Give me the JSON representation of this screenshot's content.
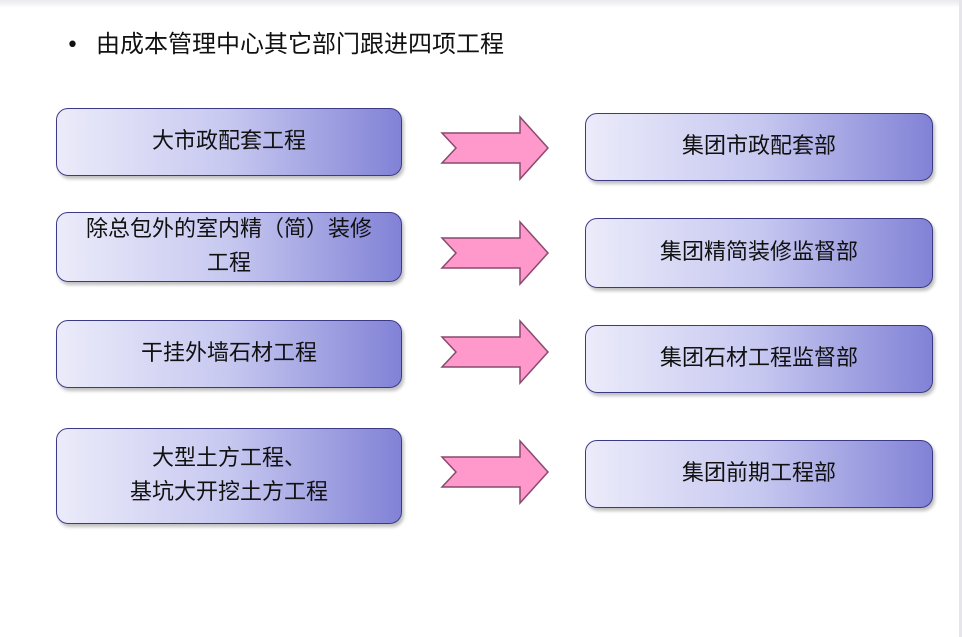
{
  "heading": {
    "bullet": "•",
    "text": "由成本管理中心其它部门跟进四项工程"
  },
  "rows": [
    {
      "left": [
        "大市政配套工程"
      ],
      "right": "集团市政配套部"
    },
    {
      "left": [
        "除总包外的室内精（简）装修",
        "工程"
      ],
      "right": "集团精简装修监督部"
    },
    {
      "left": [
        "干挂外墙石材工程"
      ],
      "right": "集团石材工程监督部"
    },
    {
      "left": [
        "大型土方工程、",
        "基坑大开挖土方工程"
      ],
      "right": "集团前期工程部"
    }
  ],
  "colors": {
    "box_gradient": [
      "#ebebfa",
      "#c7c8f0",
      "#8182d6"
    ],
    "box_border": "#3c3a86",
    "arrow_fill": "#ff99cc",
    "arrow_stroke": "#8a4a6e"
  },
  "icons": {
    "connector": "right-arrow-icon"
  }
}
